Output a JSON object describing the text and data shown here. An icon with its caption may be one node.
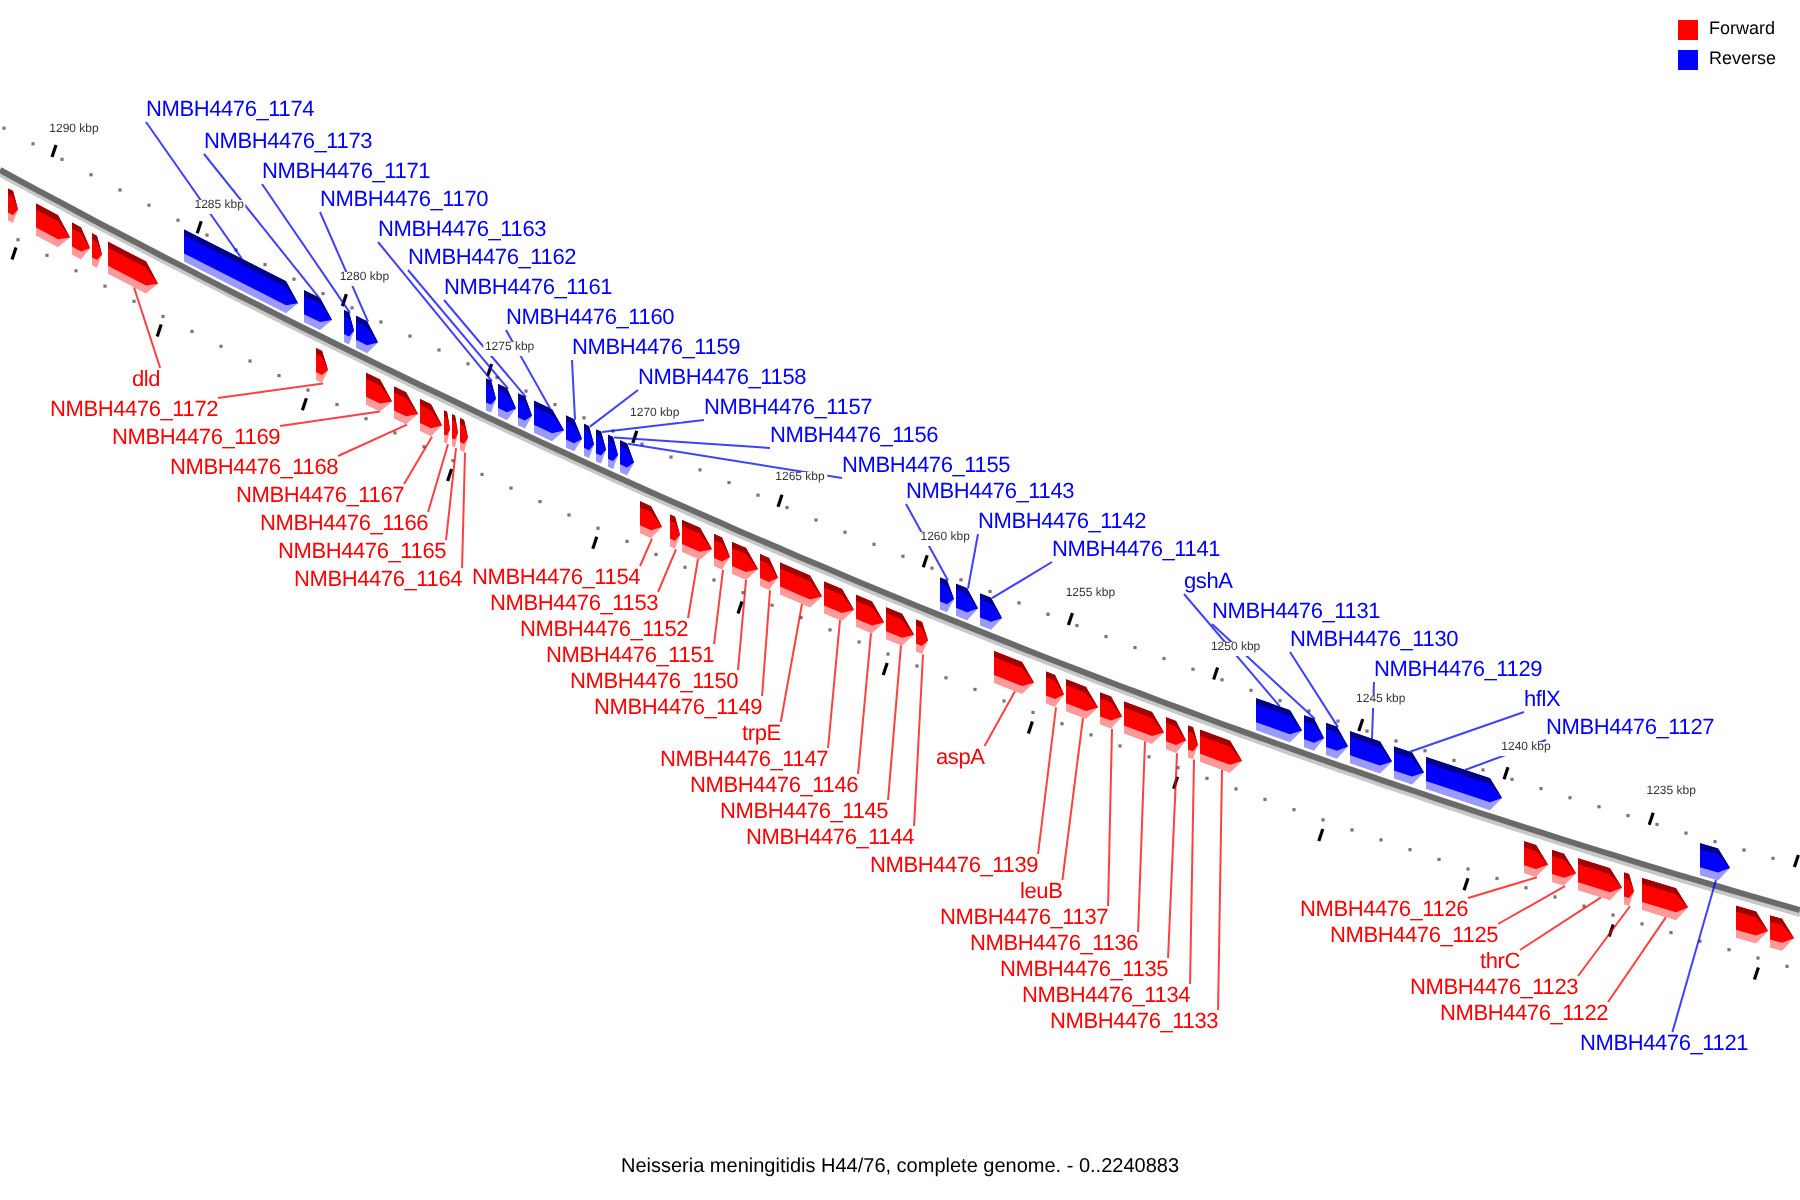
{
  "diagram": {
    "caption": "Neisseria meningitidis H44/76, complete genome. - 0..2240883",
    "nodes": [
      {
        "text": [
          "NMBH4476_1174"
        ]
      },
      {
        "text": [
          "NMBH4476_1173"
        ]
      },
      {
        "text": [
          "NMBH4476_1171"
        ]
      },
      {
        "text": [
          "NMBH4476_1170"
        ]
      },
      {
        "text": [
          "NMBH4476_1163"
        ]
      },
      {
        "text": [
          "NMBH4476_1162"
        ]
      },
      {
        "text": [
          "NMBH4476_1161"
        ]
      },
      {
        "text": [
          "NMBH4476_1160"
        ]
      },
      {
        "text": [
          "NMBH4476_1159"
        ]
      },
      {
        "text": [
          "dld"
        ]
      },
      {
        "text": [
          "NMBH4476_1158"
        ]
      },
      {
        "text": [
          "NMBH4476_1172"
        ]
      },
      {
        "text": [
          "NMBH4476_1157"
        ]
      },
      {
        "text": [
          "NMBH4476_1169"
        ]
      },
      {
        "text": [
          "NMBH4476_1156"
        ]
      },
      {
        "text": [
          "NMBH4476_1155"
        ]
      },
      {
        "text": [
          "NMBH4476_1168"
        ]
      },
      {
        "text": [
          "NMBH4476_1143"
        ]
      },
      {
        "text": [
          "NMBH4476_1167"
        ]
      },
      {
        "text": [
          "NMBH4476_1142"
        ]
      },
      {
        "text": [
          "NMBH4476_1164"
        ]
      },
      {
        "text": [
          "NMBH4476_1141"
        ]
      },
      {
        "text": [
          "NMBH4476_1166"
        ]
      },
      {
        "text": [
          "NMBH4476_1154"
        ]
      },
      {
        "text": [
          "gshA"
        ]
      },
      {
        "text": [
          "NMBH4476_1165"
        ]
      },
      {
        "text": [
          "NMBH4476_1153"
        ]
      },
      {
        "text": [
          "NMBH4476_1131"
        ]
      },
      {
        "text": [
          "NMBH4476_1152"
        ]
      },
      {
        "text": [
          "NMBH4476_1130"
        ]
      },
      {
        "text": [
          "NMBH4476_1149"
        ]
      },
      {
        "text": [
          "NMBH4476_1129"
        ]
      },
      {
        "text": [
          "hflX"
        ]
      },
      {
        "text": [
          "NMBH4476_1147"
        ]
      },
      {
        "text": [
          "NMBH4476_1150"
        ]
      },
      {
        "text": [
          "NMBH4476_1145"
        ]
      },
      {
        "text": [
          "NMBH4476_1127"
        ]
      },
      {
        "text": [
          "NMBH4476_1151"
        ]
      },
      {
        "text": [
          "NMBH4476_1146"
        ]
      },
      {
        "text": [
          "aspA"
        ]
      },
      {
        "text": [
          "trpE"
        ]
      },
      {
        "text": [
          "NMBH4476_1144"
        ]
      },
      {
        "text": [
          "leuB"
        ]
      },
      {
        "text": [
          "NMBH4476_1136"
        ]
      },
      {
        "text": [
          "NMBH4476_1139"
        ]
      },
      {
        "text": [
          "NMBH4476_1134"
        ]
      },
      {
        "text": [
          "NMBH4476_1135"
        ]
      },
      {
        "text": [
          "NMBH4476_1133"
        ]
      },
      {
        "text": [
          "NMBH4476_1137"
        ]
      },
      {
        "text": [
          "NMBH4476_1126"
        ]
      },
      {
        "text": [
          "NMBH4476_1125"
        ]
      },
      {
        "text": [
          "thrC"
        ]
      },
      {
        "text": [
          "NMBH4476_1123"
        ]
      },
      {
        "text": [
          "NMBH4476_1121"
        ]
      },
      {
        "text": [
          "NMBH4476_1122"
        ]
      },
      {
        "text": [],
        "shape": "bar"
      },
      {
        "text": [],
        "shape": "bar"
      },
      {
        "text": [],
        "shape": "bar"
      },
      {
        "text": [],
        "shape": "bar"
      },
      {
        "text": [],
        "shape": "bar"
      },
      {
        "text": [],
        "shape": "bar"
      },
      {
        "text": [],
        "shape": "bar"
      },
      {
        "text": [],
        "shape": "bar"
      },
      {
        "text": [],
        "shape": "bar"
      },
      {
        "text": [],
        "shape": "bar"
      },
      {
        "text": [],
        "shape": "bar"
      },
      {
        "text": [],
        "shape": "bar"
      },
      {
        "text": [],
        "shape": "bar"
      },
      {
        "text": [],
        "shape": "bar"
      },
      {
        "text": [],
        "shape": "bar"
      },
      {
        "text": [],
        "shape": "bar"
      },
      {
        "text": [],
        "shape": "bar"
      },
      {
        "text": [],
        "shape": "bar"
      },
      {
        "text": [],
        "shape": "bar"
      },
      {
        "text": [],
        "shape": "bar"
      },
      {
        "text": [],
        "shape": "bar"
      },
      {
        "text": [],
        "shape": "bar"
      },
      {
        "text": [],
        "shape": "bar"
      },
      {
        "text": [],
        "shape": "bar"
      },
      {
        "text": [],
        "shape": "bar"
      },
      {
        "text": [],
        "shape": "bar"
      },
      {
        "text": [],
        "shape": "bar"
      },
      {
        "text": [],
        "shape": "bar"
      },
      {
        "text": [],
        "shape": "bar"
      },
      {
        "text": [],
        "shape": "bar"
      },
      {
        "text": [],
        "shape": "bar"
      },
      {
        "text": [],
        "shape": "bar"
      },
      {
        "text": [],
        "shape": "bar"
      },
      {
        "text": [],
        "shape": "bar"
      },
      {
        "text": [],
        "shape": "bar"
      },
      {
        "text": [],
        "shape": "bar"
      },
      {
        "text": [],
        "shape": "bar"
      },
      {
        "text": [],
        "shape": "bar"
      },
      {
        "text": [],
        "shape": "bar"
      },
      {
        "text": [],
        "shape": "bar"
      },
      {
        "text": [],
        "shape": "bar"
      },
      {
        "text": [],
        "shape": "bar"
      },
      {
        "text": [],
        "shape": "bar"
      },
      {
        "text": [],
        "shape": "bar"
      },
      {
        "text": [],
        "shape": "bar"
      },
      {
        "text": [],
        "shape": "bar"
      },
      {
        "text": [],
        "shape": "bar"
      },
      {
        "text": [],
        "shape": "bar"
      },
      {
        "text": [],
        "shape": "bar"
      },
      {
        "text": [],
        "shape": "bar"
      },
      {
        "text": [],
        "shape": "bar"
      },
      {
        "text": [],
        "shape": "bar"
      },
      {
        "text": [],
        "shape": "bar"
      },
      {
        "text": [],
        "shape": "bar"
      },
      {
        "text": [],
        "shape": "bar"
      },
      {
        "text": [],
        "shape": "bar"
      },
      {
        "text": [],
        "shape": "bar"
      },
      {
        "text": [],
        "shape": "bar"
      },
      {
        "text": [],
        "shape": "bar"
      },
      {
        "text": [],
        "shape": "bar"
      },
      {
        "text": [],
        "shape": "bar"
      }
    ],
    "edges": [
      {
        "from": 0,
        "to": 60,
        "arrow": "none",
        "color": "#0000ff"
      },
      {
        "from": 1,
        "to": 61,
        "arrow": "none",
        "color": "#0000ff"
      },
      {
        "from": 2,
        "to": 63,
        "arrow": "none",
        "color": "#0000ff"
      },
      {
        "from": 3,
        "to": 64,
        "arrow": "none",
        "color": "#0000ff"
      },
      {
        "from": 4,
        "to": 71,
        "arrow": "none",
        "color": "#0000ff"
      },
      {
        "from": 5,
        "to": 72,
        "arrow": "none",
        "color": "#0000ff"
      },
      {
        "from": 6,
        "to": 73,
        "arrow": "none",
        "color": "#0000ff"
      },
      {
        "from": 7,
        "to": 74,
        "arrow": "none",
        "color": "#0000ff"
      },
      {
        "from": 8,
        "to": 75,
        "arrow": "none",
        "color": "#0000ff"
      },
      {
        "from": 9,
        "to": 59,
        "arrow": "none"
      },
      {
        "from": 10,
        "to": 76,
        "arrow": "none",
        "color": "#0000ff"
      },
      {
        "from": 11,
        "to": 62,
        "arrow": "none"
      },
      {
        "from": 12,
        "to": 77,
        "arrow": "none",
        "color": "#0000ff"
      },
      {
        "from": 13,
        "to": 65,
        "arrow": "none"
      },
      {
        "from": 14,
        "to": 78,
        "arrow": "none",
        "color": "#0000ff"
      },
      {
        "from": 15,
        "to": 79,
        "arrow": "none",
        "color": "#0000ff"
      },
      {
        "from": 16,
        "to": 66,
        "arrow": "none"
      },
      {
        "from": 17,
        "to": 91,
        "arrow": "none",
        "color": "#0000ff"
      },
      {
        "from": 18,
        "to": 67,
        "arrow": "none"
      },
      {
        "from": 19,
        "to": 92,
        "arrow": "none",
        "color": "#0000ff"
      },
      {
        "from": 20,
        "to": 70,
        "arrow": "none"
      },
      {
        "from": 21,
        "to": 93,
        "arrow": "none",
        "color": "#0000ff"
      },
      {
        "from": 22,
        "to": 68,
        "arrow": "none"
      },
      {
        "from": 23,
        "to": 80,
        "arrow": "none"
      },
      {
        "from": 24,
        "to": 102,
        "arrow": "none",
        "color": "#0000ff"
      },
      {
        "from": 25,
        "to": 69,
        "arrow": "none"
      },
      {
        "from": 26,
        "to": 81,
        "arrow": "none"
      },
      {
        "from": 27,
        "to": 103,
        "arrow": "none",
        "color": "#0000ff"
      },
      {
        "from": 28,
        "to": 82,
        "arrow": "none"
      },
      {
        "from": 29,
        "to": 104,
        "arrow": "none",
        "color": "#0000ff"
      },
      {
        "from": 30,
        "to": 85,
        "arrow": "none"
      },
      {
        "from": 31,
        "to": 105,
        "arrow": "none",
        "color": "#0000ff"
      },
      {
        "from": 32,
        "to": 106,
        "arrow": "none",
        "color": "#0000ff"
      },
      {
        "from": 33,
        "to": 87,
        "arrow": "none"
      },
      {
        "from": 34,
        "to": 84,
        "arrow": "none"
      },
      {
        "from": 35,
        "to": 89,
        "arrow": "none"
      },
      {
        "from": 36,
        "to": 107,
        "arrow": "none",
        "color": "#0000ff"
      },
      {
        "from": 37,
        "to": 83,
        "arrow": "none"
      },
      {
        "from": 38,
        "to": 88,
        "arrow": "none"
      },
      {
        "from": 39,
        "to": 94,
        "arrow": "none"
      },
      {
        "from": 40,
        "to": 86,
        "arrow": "none"
      },
      {
        "from": 41,
        "to": 90,
        "arrow": "none"
      },
      {
        "from": 42,
        "to": 96,
        "arrow": "none"
      },
      {
        "from": 43,
        "to": 98,
        "arrow": "none"
      },
      {
        "from": 44,
        "to": 95,
        "arrow": "none"
      },
      {
        "from": 45,
        "to": 100,
        "arrow": "none"
      },
      {
        "from": 46,
        "to": 99,
        "arrow": "none"
      },
      {
        "from": 47,
        "to": 101,
        "arrow": "none"
      },
      {
        "from": 48,
        "to": 97,
        "arrow": "none"
      },
      {
        "from": 49,
        "to": 108,
        "arrow": "none"
      },
      {
        "from": 50,
        "to": 109,
        "arrow": "none"
      },
      {
        "from": 51,
        "to": 110,
        "arrow": "none"
      },
      {
        "from": 52,
        "to": 111,
        "arrow": "none"
      },
      {
        "from": 53,
        "to": 113,
        "arrow": "none",
        "color": "#0000ff"
      },
      {
        "from": 54,
        "to": 112,
        "arrow": "none"
      }
    ],
    "labels": [
      "1290 kbp",
      "1285 kbp",
      "1280 kbp",
      "1275 kbp",
      "1270 kbp",
      "1265 kbp",
      "1260 kbp",
      "1255 kbp",
      "1250 kbp",
      "1245 kbp",
      "1240 kbp",
      "1235 kbp"
    ],
    "legend": [
      {
        "text": "Forward",
        "color": "#ff0000"
      },
      {
        "text": "Reverse",
        "color": "#0000ff"
      }
    ]
  }
}
